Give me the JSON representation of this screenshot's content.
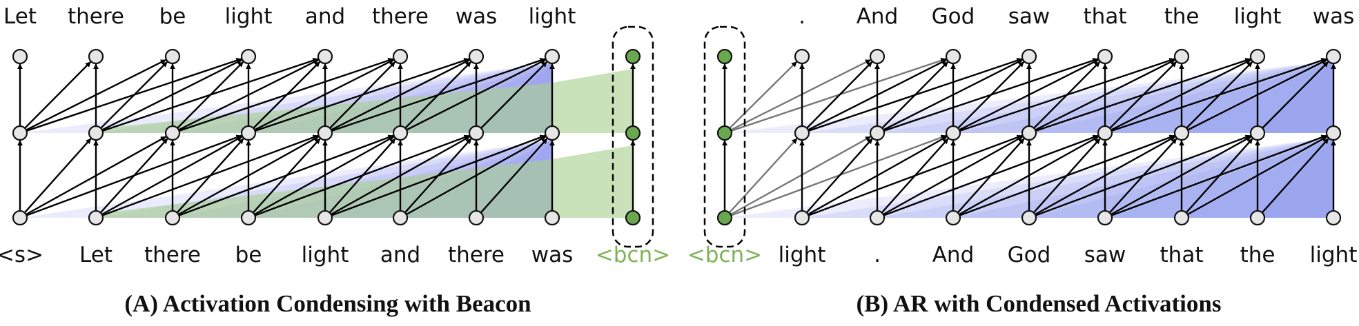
{
  "panel_a": {
    "caption": "(A) Activation Condensing with Beacon",
    "output_tokens": [
      "Let",
      "there",
      "be",
      "light",
      "and",
      "there",
      "was",
      "light"
    ],
    "input_tokens": [
      "<s>",
      "Let",
      "there",
      "be",
      "light",
      "and",
      "there",
      "was"
    ],
    "beacon_label": "<bcn>"
  },
  "panel_b": {
    "caption": "(B) AR with Condensed Activations",
    "output_tokens": [
      ".",
      "And",
      "God",
      "saw",
      "that",
      "the",
      "light",
      "was"
    ],
    "input_tokens": [
      "light",
      ".",
      "And",
      "God",
      "saw",
      "that",
      "the",
      "light"
    ],
    "beacon_label": "<bcn>"
  },
  "colors": {
    "token_node": "#e6e6e6",
    "beacon_node": "#6aa84f",
    "beacon_text": "#7db356",
    "attention_fill": "#7b83ea",
    "condensed_fill": "#a9d08e",
    "edge": "#000000"
  }
}
